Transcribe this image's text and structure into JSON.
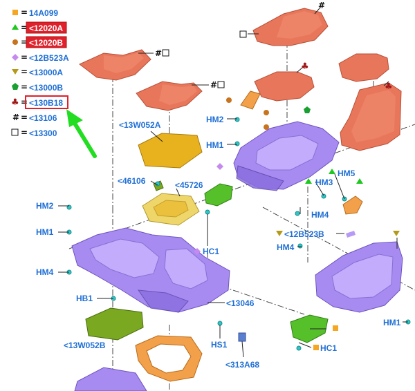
{
  "legend": [
    {
      "symbol": "square-filled",
      "color": "#f5a623",
      "label": "14A099",
      "highlight": false
    },
    {
      "symbol": "triangle-up",
      "color": "#1fc81f",
      "label": "<12020A",
      "highlight": true
    },
    {
      "symbol": "circle",
      "color": "#c8731e",
      "label": "<12020B",
      "highlight": true
    },
    {
      "symbol": "diamond",
      "color": "#c58af0",
      "label": "<12B523A",
      "highlight": false
    },
    {
      "symbol": "triangle-down",
      "color": "#b59a1a",
      "label": "<13000A",
      "highlight": false
    },
    {
      "symbol": "pentagon",
      "color": "#1aa032",
      "label": "<13000B",
      "highlight": false
    },
    {
      "symbol": "club",
      "color": "#a01818",
      "label": "<130B18",
      "highlight": true
    },
    {
      "symbol": "#",
      "color": "#111111",
      "label": "<13106",
      "highlight": false
    },
    {
      "symbol": "square-open",
      "color": "#111111",
      "label": "<13300",
      "highlight": false
    }
  ],
  "legend_separator": "=",
  "callouts": {
    "hm2_a": "HM2",
    "hm1_a": "HM1",
    "c13w052a": "<13W052A",
    "c46106": "<46106",
    "c45726": "<45726",
    "hm2_b": "HM2",
    "hm1_b": "HM1",
    "hm4_a": "HM4",
    "hc1_a": "HC1",
    "hb1": "HB1",
    "c13046": "<13046",
    "c13w052b": "<13W052B",
    "hs1": "HS1",
    "c313a68": "<313A68",
    "hm5": "HM5",
    "hm3": "HM3",
    "hm4_b": "HM4",
    "c12b523b": "<12B523B",
    "hm4_c": "HM4",
    "hm1_c": "HM1",
    "hc1_b": "HC1"
  },
  "symbols": {
    "hash": "#",
    "open_square": "□",
    "club": "♣"
  },
  "colors": {
    "label_blue": "#1f6fd6",
    "highlight_red": "#e0202a",
    "arrow_green": "#22dd22"
  }
}
